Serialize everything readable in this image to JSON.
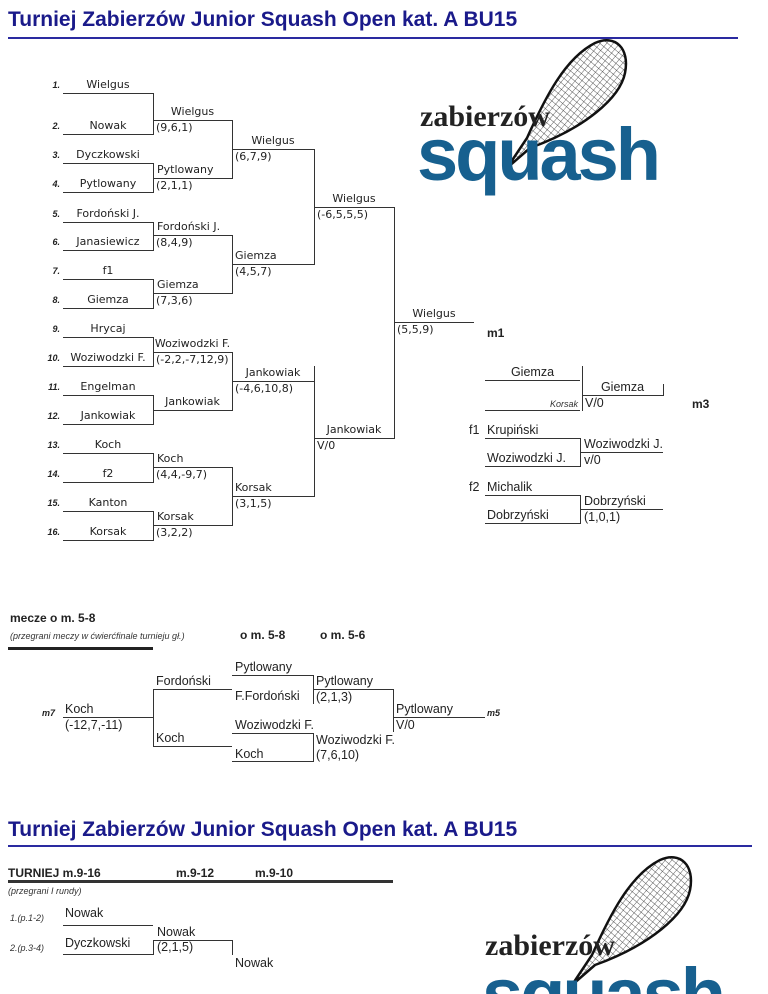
{
  "title": "Turniej Zabierzów Junior Squash Open kat. A BU15",
  "logo": {
    "top_text": "zabierzów",
    "bottom_text": "squash",
    "color": "#17608f"
  },
  "main": {
    "seeds": [
      {
        "num": "1.",
        "name": "Wielgus"
      },
      {
        "num": "2.",
        "name": "Nowak"
      },
      {
        "num": "3.",
        "name": "Dyczkowski"
      },
      {
        "num": "4.",
        "name": "Pytlowany"
      },
      {
        "num": "5.",
        "name": "Fordoński J."
      },
      {
        "num": "6.",
        "name": "Janasiewicz"
      },
      {
        "num": "7.",
        "name": "f1"
      },
      {
        "num": "8.",
        "name": "Giemza"
      },
      {
        "num": "9.",
        "name": "Hrycaj"
      },
      {
        "num": "10.",
        "name": "Woziwodzki F."
      },
      {
        "num": "11.",
        "name": "Engelman"
      },
      {
        "num": "12.",
        "name": "Jankowiak"
      },
      {
        "num": "13.",
        "name": "Koch"
      },
      {
        "num": "14.",
        "name": "f2"
      },
      {
        "num": "15.",
        "name": "Kanton"
      },
      {
        "num": "16.",
        "name": "Korsak"
      }
    ],
    "round2": [
      {
        "name": "Wielgus",
        "score": "(9,6,1)"
      },
      {
        "name": "Pytlowany",
        "score": "(2,1,1)"
      },
      {
        "name": "Fordoński J.",
        "score": "(8,4,9)"
      },
      {
        "name": "Giemza",
        "score": "(7,3,6)"
      },
      {
        "name": "Woziwodzki F.",
        "score": "(-2,2,-7,12,9)"
      },
      {
        "name": "Jankowiak",
        "score": ""
      },
      {
        "name": "Koch",
        "score": "(4,4,-9,7)"
      },
      {
        "name": "Korsak",
        "score": "(3,2,2)"
      }
    ],
    "round3": [
      {
        "name": "Wielgus",
        "score": "(6,7,9)"
      },
      {
        "name": "Giemza",
        "score": "(4,5,7)"
      },
      {
        "name": "Jankowiak",
        "score": "(-4,6,10,8)"
      },
      {
        "name": "Korsak",
        "score": "(3,1,5)"
      }
    ],
    "round4": [
      {
        "name": "Wielgus",
        "score": "(-6,5,5,5)"
      },
      {
        "name": "Jankowiak",
        "score": "V/0"
      }
    ],
    "final": {
      "name": "Wielgus",
      "score": "(5,5,9)",
      "place": "m1"
    }
  },
  "third_place": {
    "top": "Giemza",
    "bottom": "Korsak",
    "winner": "Giemza",
    "score": "V/0",
    "place": "m3"
  },
  "f1": {
    "label": "f1",
    "a": "Krupiński",
    "b": "Woziwodzki J.",
    "winner": "Woziwodzki J.",
    "score": "v/0"
  },
  "f2": {
    "label": "f2",
    "a": "Michalik",
    "b": "Dobrzyński",
    "winner": "Dobrzyński",
    "score": "(1,0,1)"
  },
  "places58": {
    "heading": "mecze o m. 5-8",
    "subtitle": "(przegrani meczy w ćwierćfinale turnieju gł.)",
    "col1": "o m. 5-8",
    "col2": "o m. 5-6",
    "m7": {
      "label": "m7",
      "name": "Koch",
      "score": "(-12,7,-11)"
    },
    "semi": [
      "Fordoński",
      "Koch"
    ],
    "r2": [
      "Pytlowany",
      "F.Fordoński",
      "Woziwodzki F.",
      "Koch"
    ],
    "r2win": [
      {
        "name": "Pytlowany",
        "score": "(2,1,3)"
      },
      {
        "name": "Woziwodzki F.",
        "score": "(7,6,10)"
      }
    ],
    "final": {
      "name": "Pytlowany",
      "score": "V/0",
      "place": "m5"
    }
  },
  "section2": {
    "title": "Turniej Zabierzów Junior Squash Open kat. A BU15",
    "col0": "TURNIEJ m.9-16",
    "col1": "m.9-12",
    "col2": "m.9-10",
    "subtitle": "(przegrani I rundy)",
    "p1": {
      "label": "1.(p.1-2)",
      "name": "Nowak"
    },
    "p2": {
      "label": "2.(p.3-4)",
      "name": "Dyczkowski"
    },
    "winner": {
      "name": "Nowak",
      "score": "(2,1,5)"
    },
    "next": "Nowak"
  }
}
